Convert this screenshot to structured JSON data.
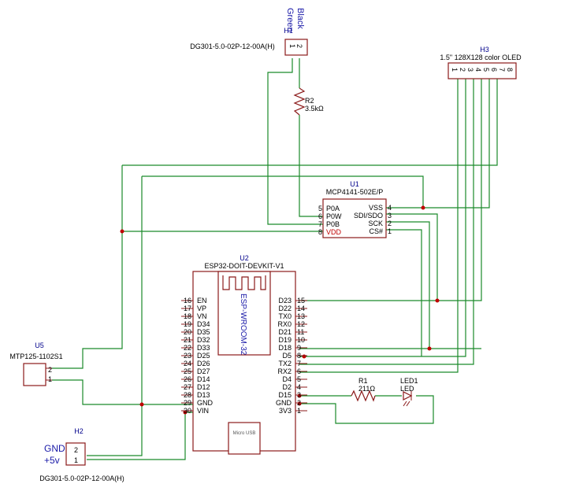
{
  "connectors": {
    "h1": {
      "ref": "H1",
      "value": "DG301-5.0-02P-12-00A(H)",
      "wire_black": "Black",
      "wire_green": "Green",
      "pin1": "1",
      "pin2": "2"
    },
    "h2": {
      "ref": "H2",
      "value": "DG301-5.0-02P-12-00A(H)",
      "gnd_label": "GND",
      "v5_label": "+5v",
      "pin2": "2",
      "pin1": "1"
    },
    "h3": {
      "ref": "H3",
      "value": "1.5\" 128X128 color OLED",
      "pins": [
        "1",
        "2",
        "3",
        "4",
        "5",
        "6",
        "7",
        "8"
      ]
    }
  },
  "r2": {
    "ref": "R2",
    "value": "3.5kΩ"
  },
  "r1": {
    "ref": "R1",
    "value": "211Ω"
  },
  "led1": {
    "ref": "LED1",
    "value": "LED"
  },
  "u1": {
    "ref": "U1",
    "value": "MCP4141-502E/P",
    "left_pins": [
      {
        "num": "5",
        "name": "P0A"
      },
      {
        "num": "6",
        "name": "P0W"
      },
      {
        "num": "7",
        "name": "P0B"
      },
      {
        "num": "8",
        "name": "VDD"
      }
    ],
    "right_pins": [
      {
        "num": "4",
        "name": "VSS"
      },
      {
        "num": "3",
        "name": "SDI/SDO"
      },
      {
        "num": "2",
        "name": "SCK"
      },
      {
        "num": "1",
        "name": "CS#"
      }
    ]
  },
  "u2": {
    "ref": "U2",
    "value": "ESP32-DOIT-DEVKIT-V1",
    "module": "ESP-WROOM-32",
    "usb": "Micro USB",
    "left_pins": [
      {
        "num": "16",
        "name": "EN"
      },
      {
        "num": "17",
        "name": "VP"
      },
      {
        "num": "18",
        "name": "VN"
      },
      {
        "num": "19",
        "name": "D34"
      },
      {
        "num": "20",
        "name": "D35"
      },
      {
        "num": "21",
        "name": "D32"
      },
      {
        "num": "22",
        "name": "D33"
      },
      {
        "num": "23",
        "name": "D25"
      },
      {
        "num": "24",
        "name": "D26"
      },
      {
        "num": "25",
        "name": "D27"
      },
      {
        "num": "26",
        "name": "D14"
      },
      {
        "num": "27",
        "name": "D12"
      },
      {
        "num": "28",
        "name": "D13"
      },
      {
        "num": "29",
        "name": "GND"
      },
      {
        "num": "30",
        "name": "VIN"
      }
    ],
    "right_pins": [
      {
        "num": "15",
        "name": "D23"
      },
      {
        "num": "14",
        "name": "D22"
      },
      {
        "num": "13",
        "name": "TX0"
      },
      {
        "num": "12",
        "name": "RX0"
      },
      {
        "num": "11",
        "name": "D21"
      },
      {
        "num": "10",
        "name": "D19"
      },
      {
        "num": "9",
        "name": "D18"
      },
      {
        "num": "8",
        "name": "D5"
      },
      {
        "num": "7",
        "name": "TX2"
      },
      {
        "num": "6",
        "name": "RX2"
      },
      {
        "num": "5",
        "name": "D4"
      },
      {
        "num": "4",
        "name": "D2"
      },
      {
        "num": "3",
        "name": "D15"
      },
      {
        "num": "2",
        "name": "GND"
      },
      {
        "num": "1",
        "name": "3V3"
      }
    ]
  },
  "u5": {
    "ref": "U5",
    "value": "MTP125-1102S1",
    "pin2": "2",
    "pin1": "1"
  }
}
